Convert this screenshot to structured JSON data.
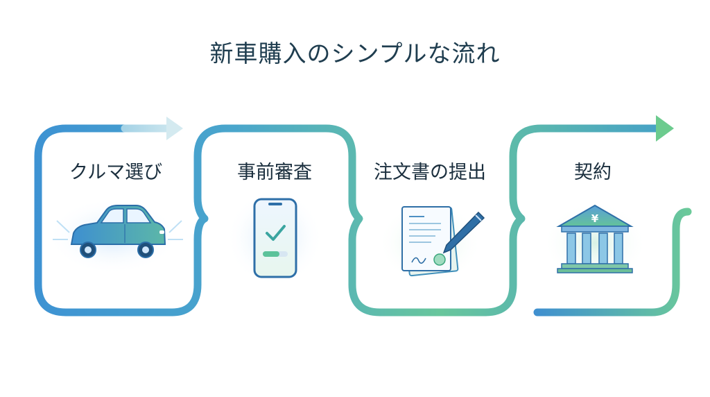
{
  "title": "新車購入のシンプルな流れ",
  "steps": [
    {
      "label": "クルマ選び",
      "icon": "car-icon"
    },
    {
      "label": "事前審査",
      "icon": "smartphone-check-icon"
    },
    {
      "label": "注文書の提出",
      "icon": "document-pen-icon"
    },
    {
      "label": "契約",
      "icon": "bank-yen-icon"
    }
  ],
  "bank_symbol": "¥",
  "colors": {
    "blue": "#3b8fd4",
    "teal": "#4aaec0",
    "green": "#6ccb98",
    "title": "#1f3d4f",
    "text": "#1b2f3e"
  }
}
